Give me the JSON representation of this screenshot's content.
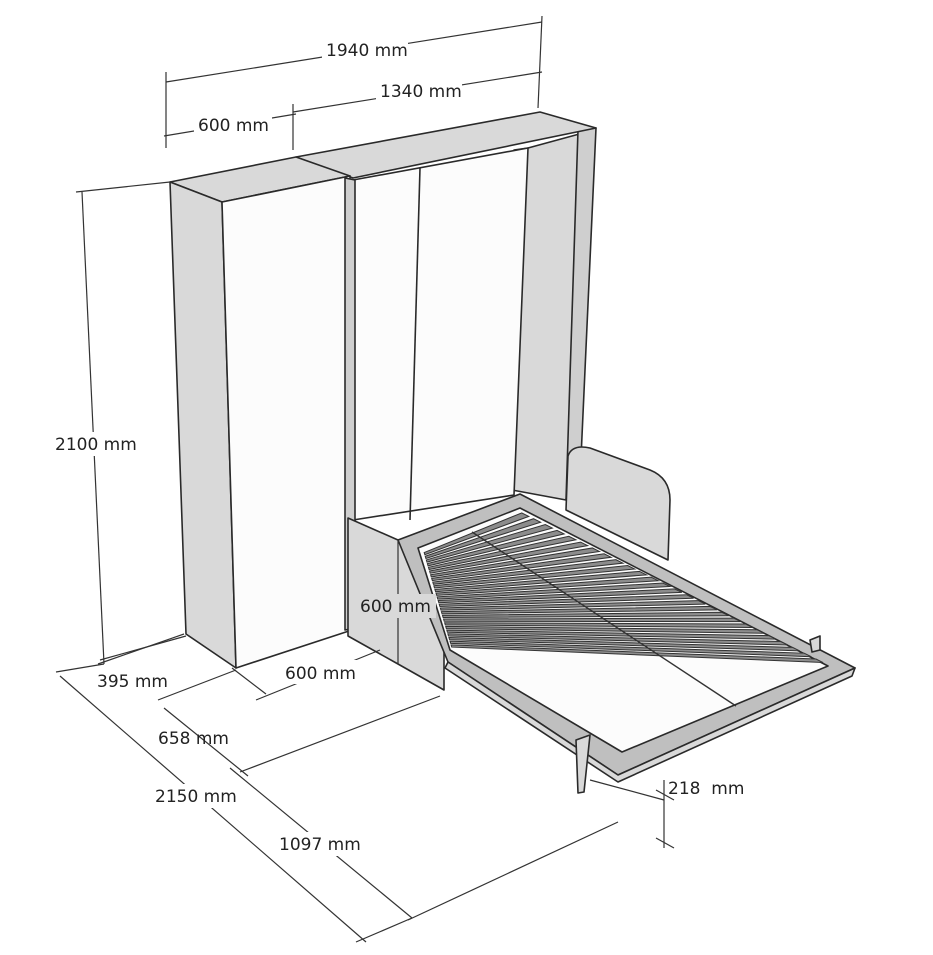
{
  "dimensions": {
    "total_width": "1940 mm",
    "bed_unit_width": "1340 mm",
    "side_unit_width": "600 mm",
    "height": "2100 mm",
    "side_panel_height": "600 mm",
    "wardrobe_depth": "395 mm",
    "side_panel_depth": "600 mm",
    "depth_658": "658 mm",
    "open_depth": "2150 mm",
    "bed_extension": "1097 mm",
    "leg_height": "218  mm"
  },
  "colors": {
    "line": "#2a2a2a",
    "panel_gray": "#d9d9d9",
    "panel_light": "#fcfcfc",
    "slat": "#8c8c8c"
  }
}
